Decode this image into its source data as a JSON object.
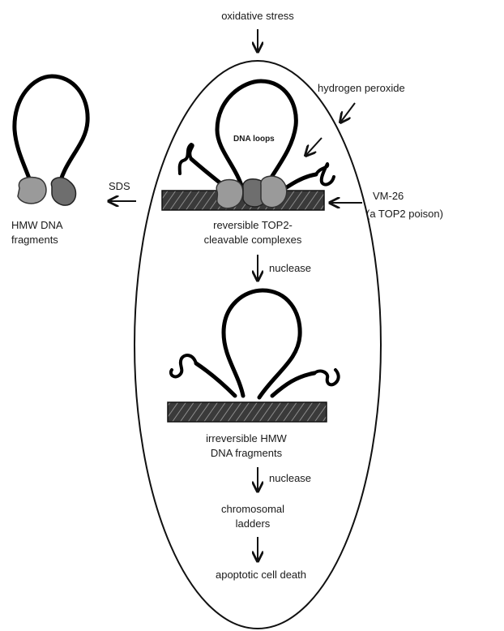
{
  "labels": {
    "oxidative_stress": "oxidative stress",
    "hydrogen_peroxide": "hydrogen peroxide",
    "dna_loops": "DNA loops",
    "sds": "SDS",
    "vm26_line1": "VM-26",
    "vm26_line2": "(a TOP2 poison)",
    "reversible_line1": "reversible TOP2-",
    "reversible_line2": "cleavable complexes",
    "nuclease_1": "nuclease",
    "hmw_line1": "HMW DNA",
    "hmw_line2": "fragments",
    "irreversible_line1": "irreversible HMW",
    "irreversible_line2": "DNA fragments",
    "nuclease_2": "nuclease",
    "chromosomal_line1": "chromosomal",
    "chromosomal_line2": "ladders",
    "apoptotic": "apoptotic cell death"
  },
  "colors": {
    "ink": "#111111",
    "enzyme_light": "#9a9a9a",
    "enzyme_dark": "#6e6e6e",
    "scaffold": "#3a3a3a"
  }
}
